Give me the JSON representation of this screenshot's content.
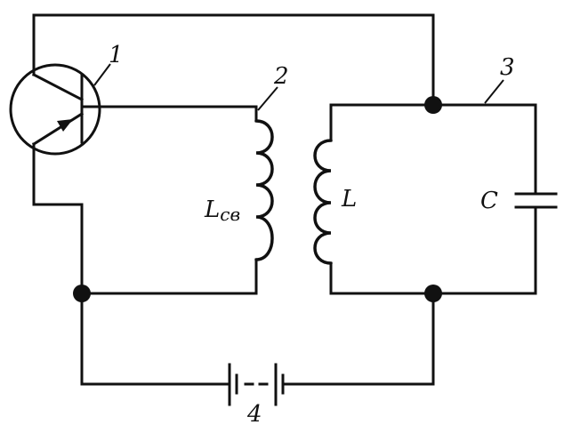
{
  "labels": {
    "transistor": "1",
    "coupling_coil": "2",
    "tank_circuit": "3",
    "battery": "4",
    "coil_Lsv_main": "L",
    "coil_Lsv_sub": "св",
    "coil_L": "L",
    "capacitor": "C"
  },
  "colors": {
    "line": "#111111",
    "background": "#ffffff"
  }
}
